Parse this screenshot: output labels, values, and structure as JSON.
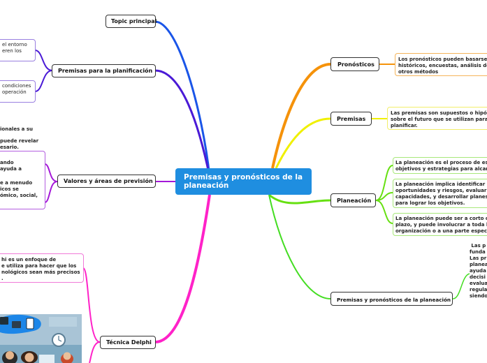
{
  "central": {
    "title": "Premisas y pronósticos de la planeación"
  },
  "left": {
    "topic_principal": "Topic principal",
    "premisas_planificacion": {
      "label": "Premisas para la planificación",
      "notes": [
        [
          "el entorno",
          "eren los"
        ],
        [
          "condiciones",
          "operación"
        ]
      ]
    },
    "valores_areas": {
      "label": "Valores y áreas de previsión",
      "plain_lines": [
        "ionales a su",
        "",
        "puede revelar",
        "esario."
      ],
      "note_lines": [
        "ando",
        "ayuda a",
        "",
        "e a menudo",
        "icos se",
        "ómico, social,"
      ]
    },
    "tecnica_delphi": {
      "label": "Técnica Delphi",
      "note_lines": [
        "hi es un enfoque de",
        "e utiliza para hacer que los",
        "nológicos sean más precisos",
        "."
      ]
    }
  },
  "right": {
    "pronosticos": {
      "label": "Pronósticos",
      "note_lines": [
        "Los pronósticos pueden basarse",
        "históricos, encuestas, análisis de",
        "otros métodos"
      ]
    },
    "premisas": {
      "label": "Premisas",
      "note_lines": [
        "Las premisas son supuestos o hipót",
        "sobre el futuro que se utilizan para",
        "planificar."
      ]
    },
    "planeacion": {
      "label": "Planeación",
      "notes": [
        [
          "La planeación es el proceso de es",
          "objetivos y estrategias para alcan"
        ],
        [
          "La planeación implica identificar",
          "oportunidades y riesgos, evaluar",
          "capacidades, y desarrollar planes",
          "para lograr los objetivos."
        ],
        [
          "La planeación puede ser a corto o",
          "plazo, y puede involucrar a toda la",
          "organización o a una parte especí"
        ]
      ]
    },
    "premisas_pronosticos": {
      "label": "Premisas y pronósticos de la planeación",
      "side_lines": [
        " Las p",
        "funda",
        "Las pr",
        "planea",
        "ayuda",
        "decisi",
        "evalua",
        "regula",
        "siendo"
      ]
    }
  },
  "colors": {
    "central_bg": "#1f8ee0",
    "topic_branch": "#1a55e8",
    "premisas_planificacion_branch": "#4a1ad6",
    "valores_branch": "#a418d8",
    "delphi_branch": "#ff22c8",
    "pronosticos_branch": "#f5920a",
    "premisas_branch": "#f0f000",
    "planeacion_branch": "#66e011",
    "premisas_pronosticos_branch": "#44dd22"
  },
  "image": {
    "subject": "illustration-people-devices"
  }
}
